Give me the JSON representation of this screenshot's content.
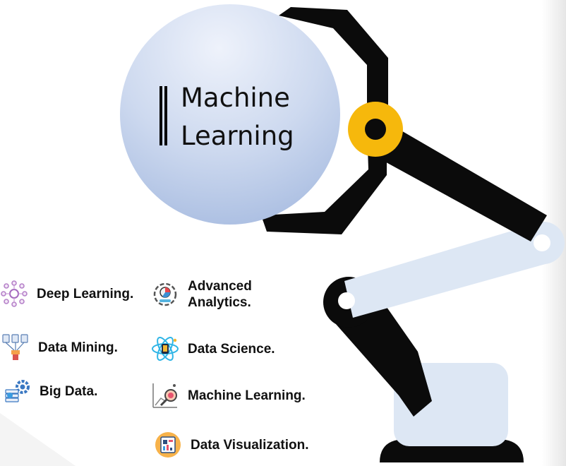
{
  "title": {
    "line1": "Machine",
    "line2": "Learning"
  },
  "features": [
    {
      "icon": "deep-learning-icon",
      "label_lines": [
        "Deep Learning."
      ]
    },
    {
      "icon": "advanced-analytics-icon",
      "label_lines": [
        "Advanced",
        "Analytics."
      ]
    },
    {
      "icon": "data-mining-icon",
      "label_lines": [
        "Data Mining."
      ]
    },
    {
      "icon": "data-science-icon",
      "label_lines": [
        "Data Science."
      ]
    },
    {
      "icon": "big-data-icon",
      "label_lines": [
        "Big Data."
      ]
    },
    {
      "icon": "machine-learning-icon",
      "label_lines": [
        "Machine Learning."
      ]
    },
    {
      "icon": "data-visualization-icon",
      "label_lines": [
        "Data Visualization."
      ]
    }
  ],
  "colors": {
    "robot_arm": "#0b0b0b",
    "robot_body": "#dde7f4",
    "joint_accent": "#f6b80c",
    "sphere_light": "#dfe6f6",
    "sphere_dark": "#a9bde1"
  }
}
